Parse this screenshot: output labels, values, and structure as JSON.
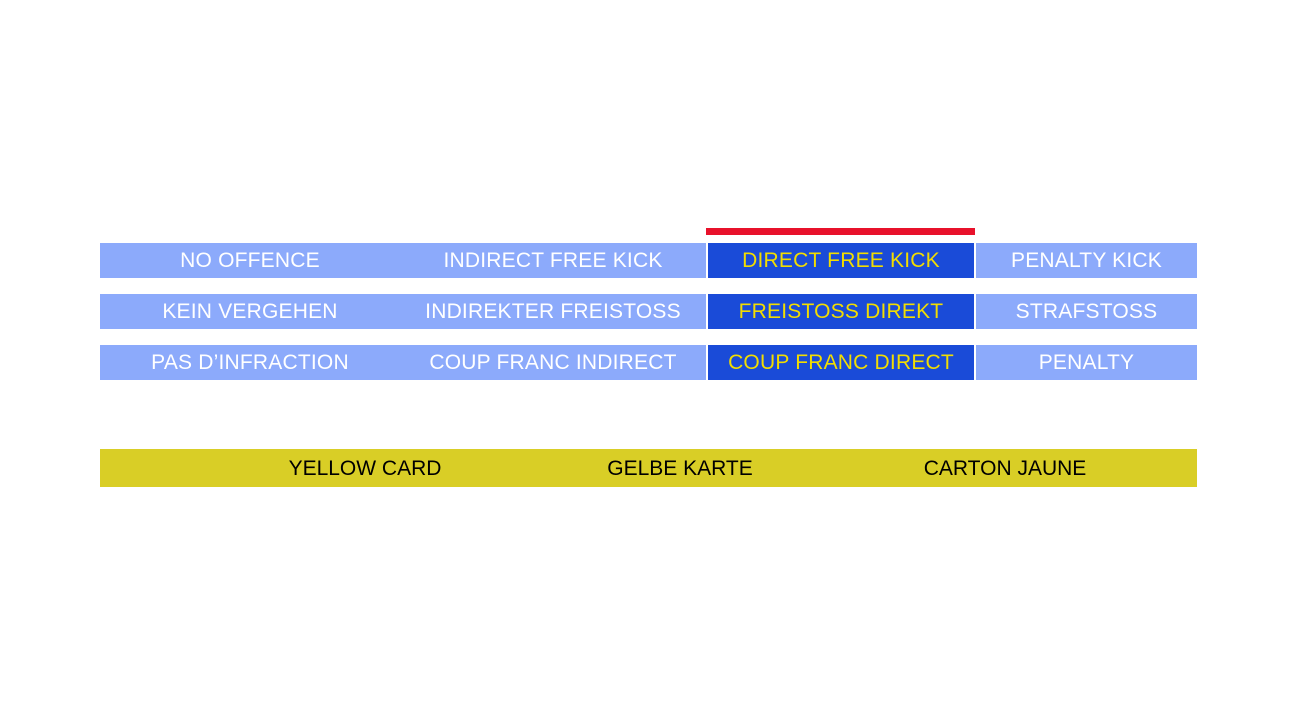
{
  "slide": {
    "background_color": "#ffffff",
    "colors": {
      "light_blue": "#8caafb",
      "highlight_blue": "#1a4bd8",
      "highlight_text": "#f2dd00",
      "marker_red": "#e8112b",
      "card_yellow": "#d9ce26",
      "label_white": "#ffffff",
      "card_text": "#000000"
    }
  },
  "decision_matrix": {
    "columns": [
      "no-offence",
      "indirect-free-kick",
      "direct-free-kick",
      "penalty-kick"
    ],
    "highlighted_column": "direct-free-kick",
    "rows": [
      {
        "language": "english",
        "no_offence": "NO OFFENCE",
        "indirect_free_kick": "INDIRECT FREE KICK",
        "direct_free_kick": "DIRECT FREE KICK",
        "penalty_kick": "PENALTY KICK"
      },
      {
        "language": "german",
        "no_offence": "KEIN VERGEHEN",
        "indirect_free_kick": "INDIREKTER FREISTOSS",
        "direct_free_kick": "FREISTOSS DIREKT",
        "penalty_kick": "STRAFSTOSS"
      },
      {
        "language": "french",
        "no_offence": "PAS D’INFRACTION",
        "indirect_free_kick": "COUP FRANC INDIRECT",
        "direct_free_kick": "COUP FRANC DIRECT",
        "penalty_kick": "PENALTY"
      }
    ]
  },
  "card_bar": {
    "labels": [
      "YELLOW CARD",
      "GELBE KARTE",
      "CARTON JAUNE"
    ]
  }
}
